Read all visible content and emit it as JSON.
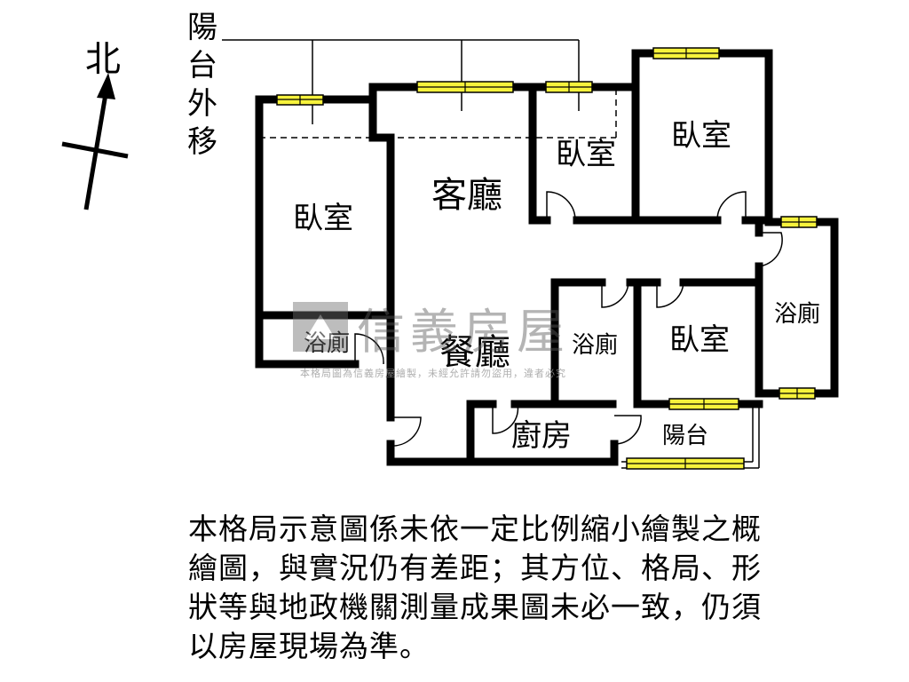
{
  "north_label": "北",
  "balcony_note": [
    "陽",
    "台",
    "外",
    "移"
  ],
  "rooms": {
    "bedroom_west": "臥室",
    "living_room": "客廳",
    "bedroom_small_north": "臥室",
    "bedroom_northeast": "臥室",
    "bath_west": "浴廁",
    "dining_room": "餐廳",
    "bath_center": "浴廁",
    "bedroom_center": "臥室",
    "bath_east": "浴廁",
    "kitchen": "廚房",
    "balcony": "陽台"
  },
  "watermark": {
    "brand": "信義房屋",
    "note": "本格局圖為信義房屋繪製，未經允許請勿盜用，違者必究"
  },
  "disclaimer": [
    "本格局示意圖係未依一定比例縮小繪製之概",
    "繪圖，與實況仍有差距；其方位、格局、形",
    "狀等與地政機關測量成果圖未必一致，仍須",
    "以房屋現場為準。"
  ],
  "colors": {
    "window": "#f6f23c",
    "wall": "#000000",
    "watermark": "#6f6f6f"
  }
}
